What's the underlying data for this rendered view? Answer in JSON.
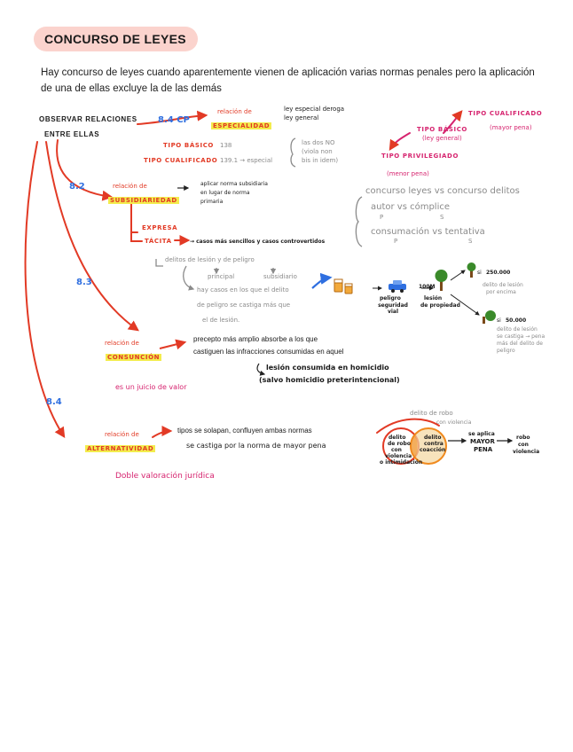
{
  "title": "CONCURSO DE LEYES",
  "intro": "Hay concurso de leyes cuando aparentemente vienen de aplicación varias normas penales pero la aplicación de una de ellas excluye la de las demás",
  "colors": {
    "title_bg": "#fbd3cd",
    "red": "#e23a25",
    "pink": "#d6246f",
    "blue": "#2f6fe0",
    "highlight": "#f3ec4d",
    "grey": "#8a8a8a",
    "orange": "#f08a1e",
    "green": "#3a8a2a"
  },
  "left": {
    "line1": "OBSERVAR RELACIONES",
    "line2": "ENTRE ELLAS"
  },
  "especialidad": {
    "ref": "8.4 CP",
    "rel": "relación de",
    "name": "ESPECIALIDAD",
    "law1": "ley especial deroga",
    "law2": "ley general",
    "tipo_basico": "TIPO BÁSICO",
    "tipo_basico_num": "138",
    "tipo_cualificado": "TIPO CUALIFICADO",
    "tipo_cualificado_val": "139.1 → especial",
    "brace1": "las dos NO",
    "brace2": "(viola non",
    "brace3": "bis in idem)",
    "right_cualificado": "TIPO CUALIFICADO",
    "right_cualificado_sub": "(mayor pena)",
    "right_basico": "TIPO BÁSICO",
    "right_basico_sub": "(ley general)",
    "right_privilegiado": "TIPO PRIVILEGIADO",
    "right_privilegiado_sub": "(menor pena)"
  },
  "subsidiariedad": {
    "ref": "8.2",
    "rel": "relación de",
    "name": "SUBSIDIARIEDAD",
    "desc1": "aplicar norma subsidiaria",
    "desc2": "en lugar de norma",
    "desc3": "primaria",
    "expresa": "EXPRESA",
    "tacita": "TÁCITA",
    "tacita_desc": "→ casos más sencillos y casos controvertidos",
    "delitos": "delitos de lesión y de peligro",
    "principal": "principal",
    "subsidiario": "subsidiario",
    "nota1": "hay casos en los que el delito",
    "nota2": "de peligro se castiga más que",
    "nota3": "el de lesión.",
    "grey1": "concurso leyes vs concurso delitos",
    "grey2": "autor  vs  cómplice",
    "grey2a": "P",
    "grey2b": "S",
    "grey3": "consumación  vs  tentativa",
    "grey3a": "P",
    "grey3b": "S",
    "peligro": "peligro",
    "peligro_sub": "seguridad vial",
    "cien": "100M",
    "lesion": "lesión",
    "lesion_sub": "de propiedad",
    "caso1a": "si",
    "caso1b": "250.000",
    "caso1c": "delito de lesión",
    "caso1d": "por encima",
    "caso2a": "si",
    "caso2b": "50.000",
    "caso2c": "delito de lesión",
    "caso2d": "se castiga → pena",
    "caso2e": "más del delito de",
    "caso2f": "peligro"
  },
  "consuncion": {
    "ref": "8.3",
    "rel": "relación de",
    "name": "CONSUNCIÓN",
    "desc1": "precepto más amplio absorbe a los que",
    "desc2": "castiguen las infracciones consumidas en aquel",
    "ex1": "lesión consumida en homicidio",
    "ex2": "(salvo homicidio preterintencional)",
    "juicio": "es un juicio de valor"
  },
  "alternatividad": {
    "ref": "8.4",
    "rel": "relación de",
    "name": "ALTERNATIVIDAD",
    "desc1": "tipos se solapan, confluyen ambas normas",
    "desc2": "se castiga por la norma de mayor pena",
    "doble": "Doble valoración jurídica",
    "venn_top1": "delito de robo",
    "venn_top2": "con violencia",
    "venn_left1": "delito",
    "venn_left2": "de robo",
    "venn_left3": "con",
    "venn_left4": "violencia",
    "venn_left5": "o intimidación",
    "venn_right1": "delito",
    "venn_right2": "contra",
    "venn_right3": "coacción",
    "aplica1": "se aplica",
    "aplica2": "MAYOR",
    "aplica3": "PENA",
    "robo1": "robo",
    "robo2": "con",
    "robo3": "violencia"
  }
}
